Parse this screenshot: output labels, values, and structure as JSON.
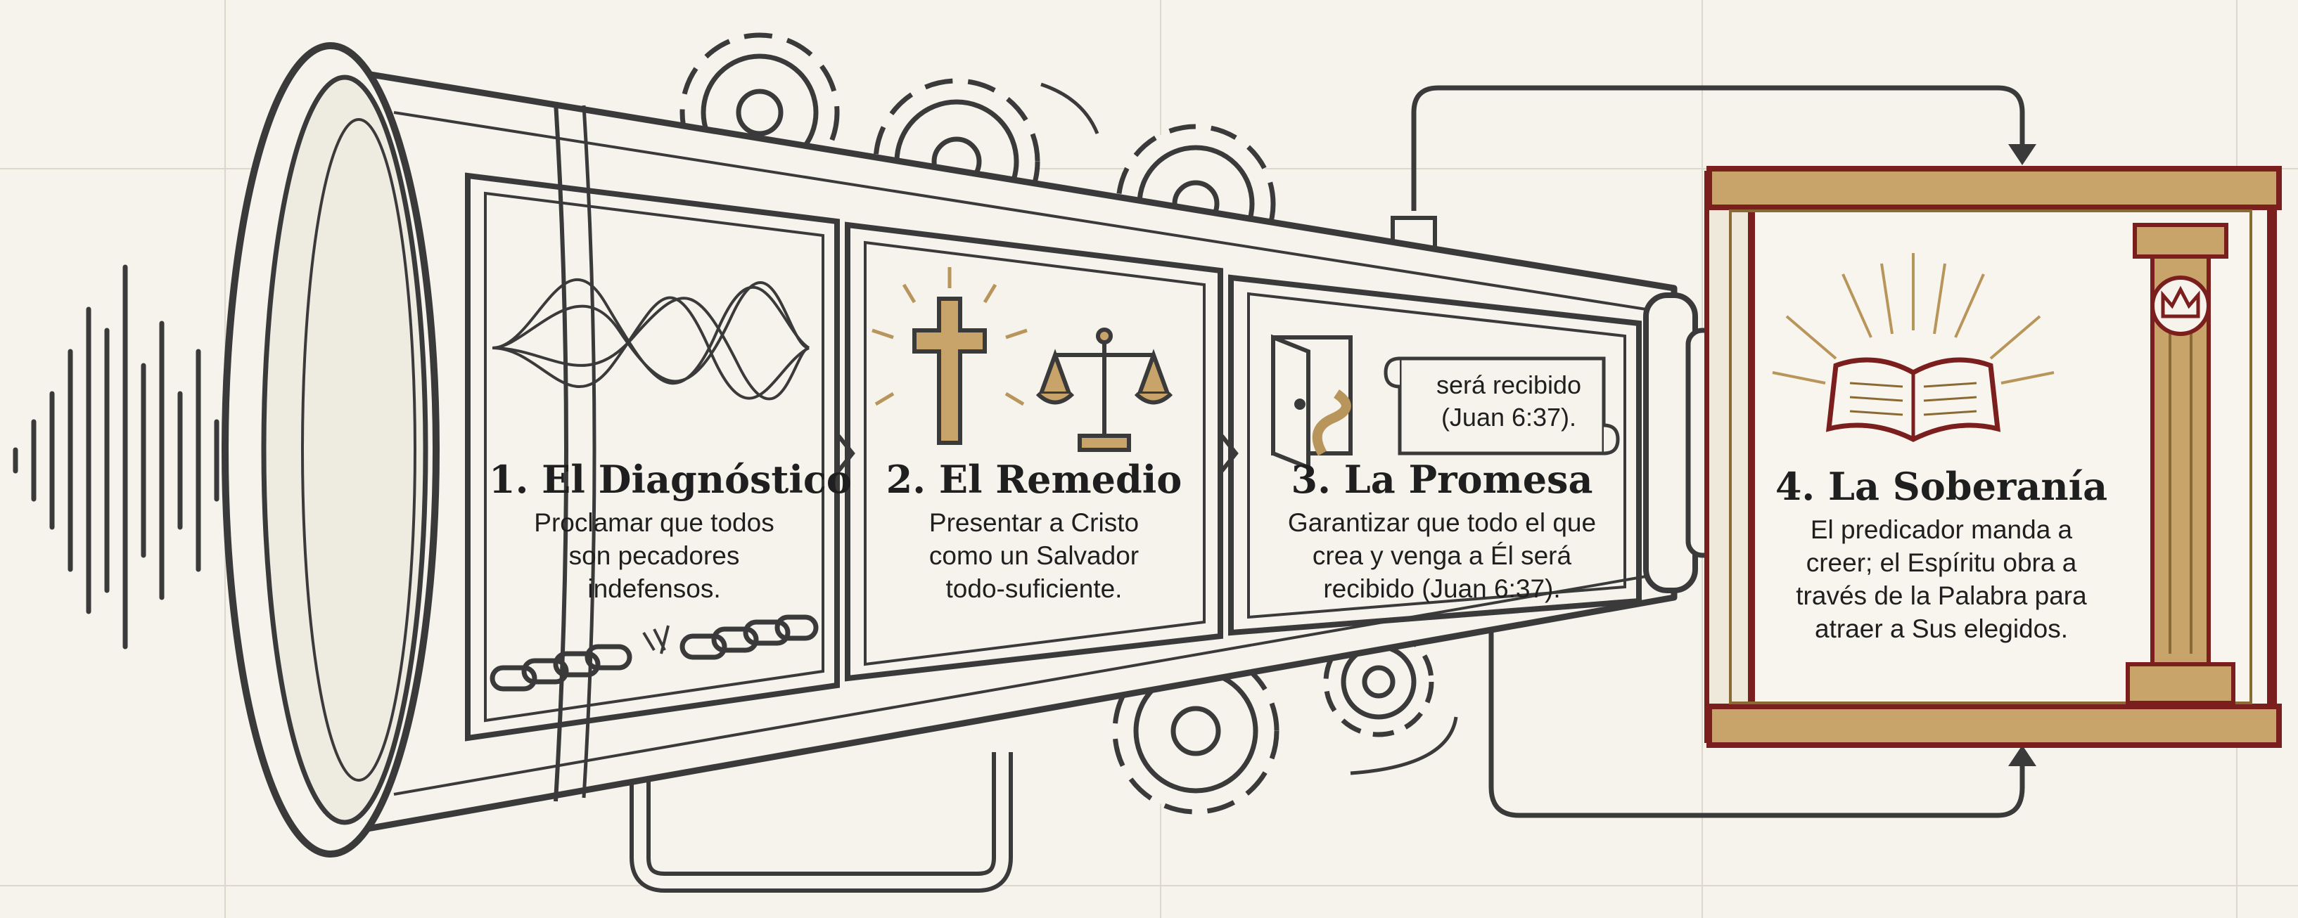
{
  "panels": [
    {
      "title": "1. El Diagnóstico",
      "text": "Proclamar que todos\nson pecadores\nindefensos."
    },
    {
      "title": "2. El Remedio",
      "text": "Presentar a Cristo\ncomo un Salvador\ntodo-suficiente."
    },
    {
      "title": "3. La Promesa",
      "text": "Garantizar que todo el que\ncrea y venga a Él será\nrecibido (Juan 6:37)."
    },
    {
      "title": "4. La Soberanía",
      "text": "El predicador manda a\ncreer; el Espíritu obra a\ntravés de la Palabra para\natraer a Sus elegidos."
    }
  ],
  "scroll": {
    "text": "será recibido\n(Juan 6:37)."
  },
  "icons": [
    "sound-wave-icon",
    "tangled-waves-icon",
    "broken-chain-icon",
    "cross-icon",
    "scales-icon",
    "open-door-icon",
    "path-icon",
    "scroll-icon",
    "open-bible-icon",
    "crown-icon",
    "gear-icon",
    "megaphone-icon",
    "pillar-icon"
  ],
  "colors": {
    "ink": "#3a3a3a",
    "gold": "#b8955a",
    "gold_dark": "#8a6a34",
    "maroon": "#7a1e1e",
    "paper": "#f5f3ec",
    "grid": "#dcd8cc"
  }
}
